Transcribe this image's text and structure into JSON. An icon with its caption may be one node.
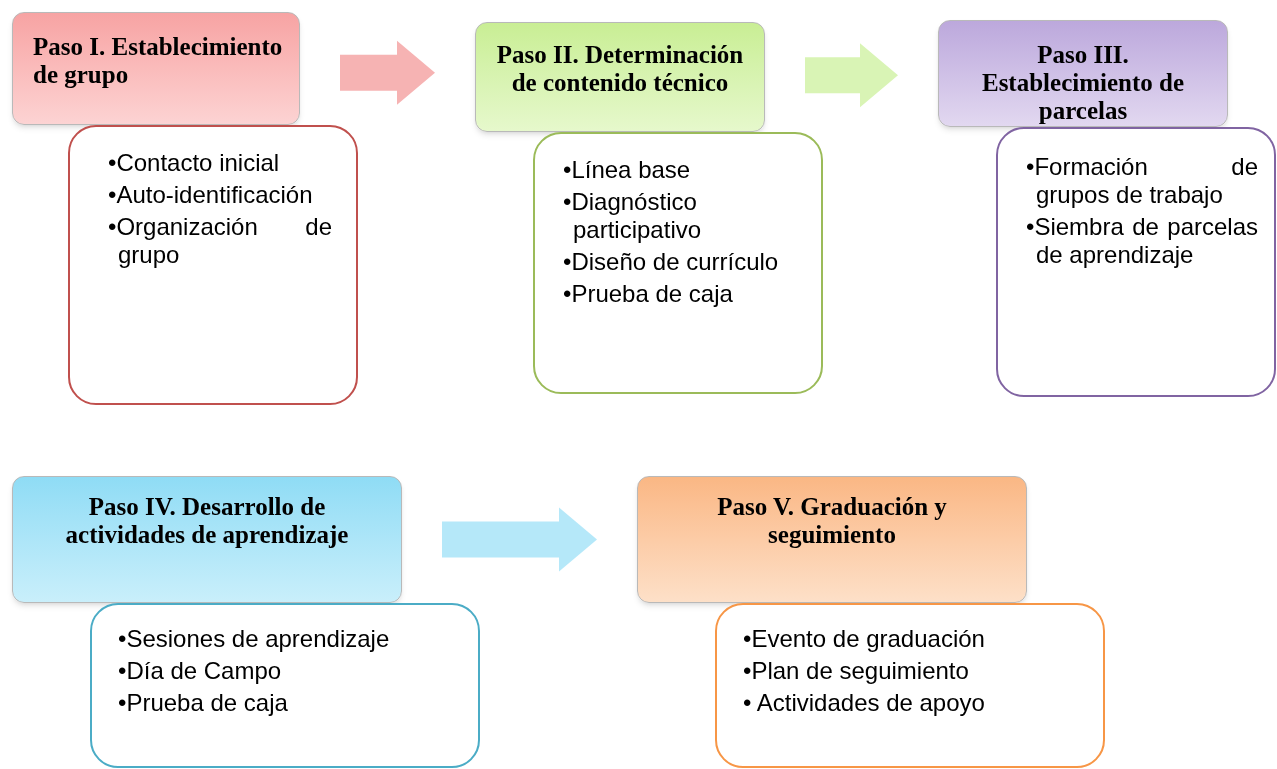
{
  "diagram": {
    "nodes": [
      {
        "text": [
          "Paso I. Establecimiento de grupo"
        ]
      },
      {
        "text": [
          "•Contacto inicial",
          "•Auto-identificación",
          "•Organización de grupo"
        ]
      },
      {
        "text": [
          "Paso II. Determinación de contenido técnico"
        ]
      },
      {
        "text": [
          "•Línea base",
          "•Diagnóstico participativo",
          "•Diseño de currículo",
          "•Prueba de caja"
        ]
      },
      {
        "text": [
          "Paso III. Establecimiento de parcelas"
        ]
      },
      {
        "text": [
          "•Formación de grupos de trabajo",
          "•Siembra de parcelas de aprendizaje"
        ]
      },
      {
        "text": [
          "Paso IV. Desarrollo de actividades de aprendizaje"
        ]
      },
      {
        "text": [
          "•Sesiones de aprendizaje",
          "•Día de Campo",
          "•Prueba  de caja"
        ]
      },
      {
        "text": [
          "Paso V. Graduación y seguimiento"
        ]
      },
      {
        "text": [
          "•Evento de graduación",
          "•Plan de seguimiento",
          "• Actividades de apoyo"
        ]
      }
    ],
    "edges": [
      {
        "from": 0,
        "to": 2,
        "arrow": "to",
        "color": "#f4a6a6"
      },
      {
        "from": 2,
        "to": 4,
        "arrow": "to",
        "color": "#d2f2a8"
      },
      {
        "from": 6,
        "to": 8,
        "arrow": "to",
        "color": "#a8e4f8"
      }
    ]
  }
}
